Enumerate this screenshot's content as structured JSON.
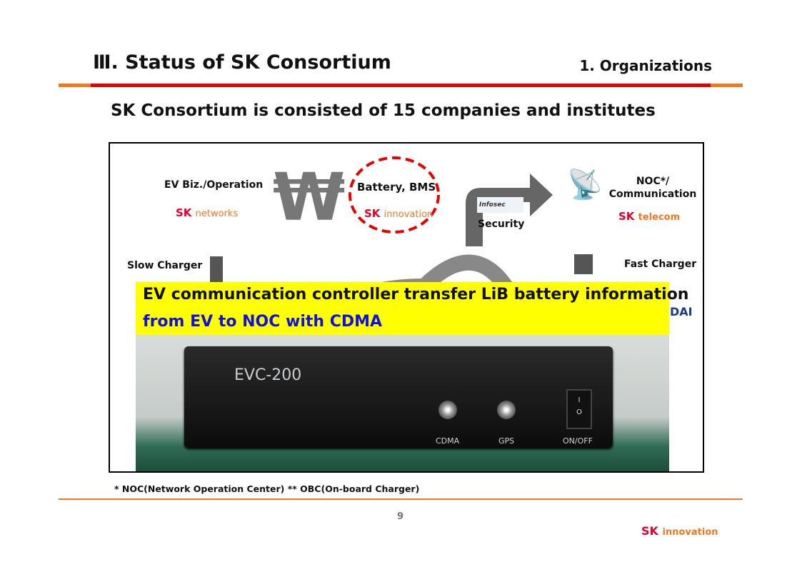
{
  "header": {
    "title": "Ⅲ. Status of SK Consortium",
    "section": "1. Organizations",
    "subtitle": "SK Consortium is consisted of 15 companies and institutes"
  },
  "diagram": {
    "ev_biz": {
      "label": "EV Biz./Operation",
      "company_sk": "SK",
      "company_suffix": "networks"
    },
    "won_symbol": "₩",
    "battery": {
      "label": "Battery, BMS",
      "company_sk": "SK",
      "company_suffix": "innovation"
    },
    "security": {
      "label": "Security",
      "logo": "Infosec"
    },
    "noc": {
      "label": "NOC*/ Communication",
      "company_sk": "SK",
      "company_suffix": "telecom"
    },
    "slow_charger": "Slow Charger",
    "fast_charger": "Fast Charger",
    "partial_logo": "DAI"
  },
  "callout": {
    "line1": "EV communication controller transfer LiB battery information",
    "line2": "from EV to NOC with CDMA"
  },
  "device": {
    "model": "EVC-200",
    "led1": "CDMA",
    "led2": "GPS",
    "switch": "ON/OFF",
    "switch_on": "I",
    "switch_off": "O"
  },
  "footnote": "*  NOC(Network Operation Center)  ** OBC(On-board Charger)",
  "page_number": "9",
  "footer_logo": {
    "sk": "SK",
    "suffix": "innovation"
  },
  "colors": {
    "accent_red": "#e60000",
    "accent_orange": "#f47721",
    "callout_yellow": "#ffff00",
    "callout_blue": "#1010e0"
  }
}
